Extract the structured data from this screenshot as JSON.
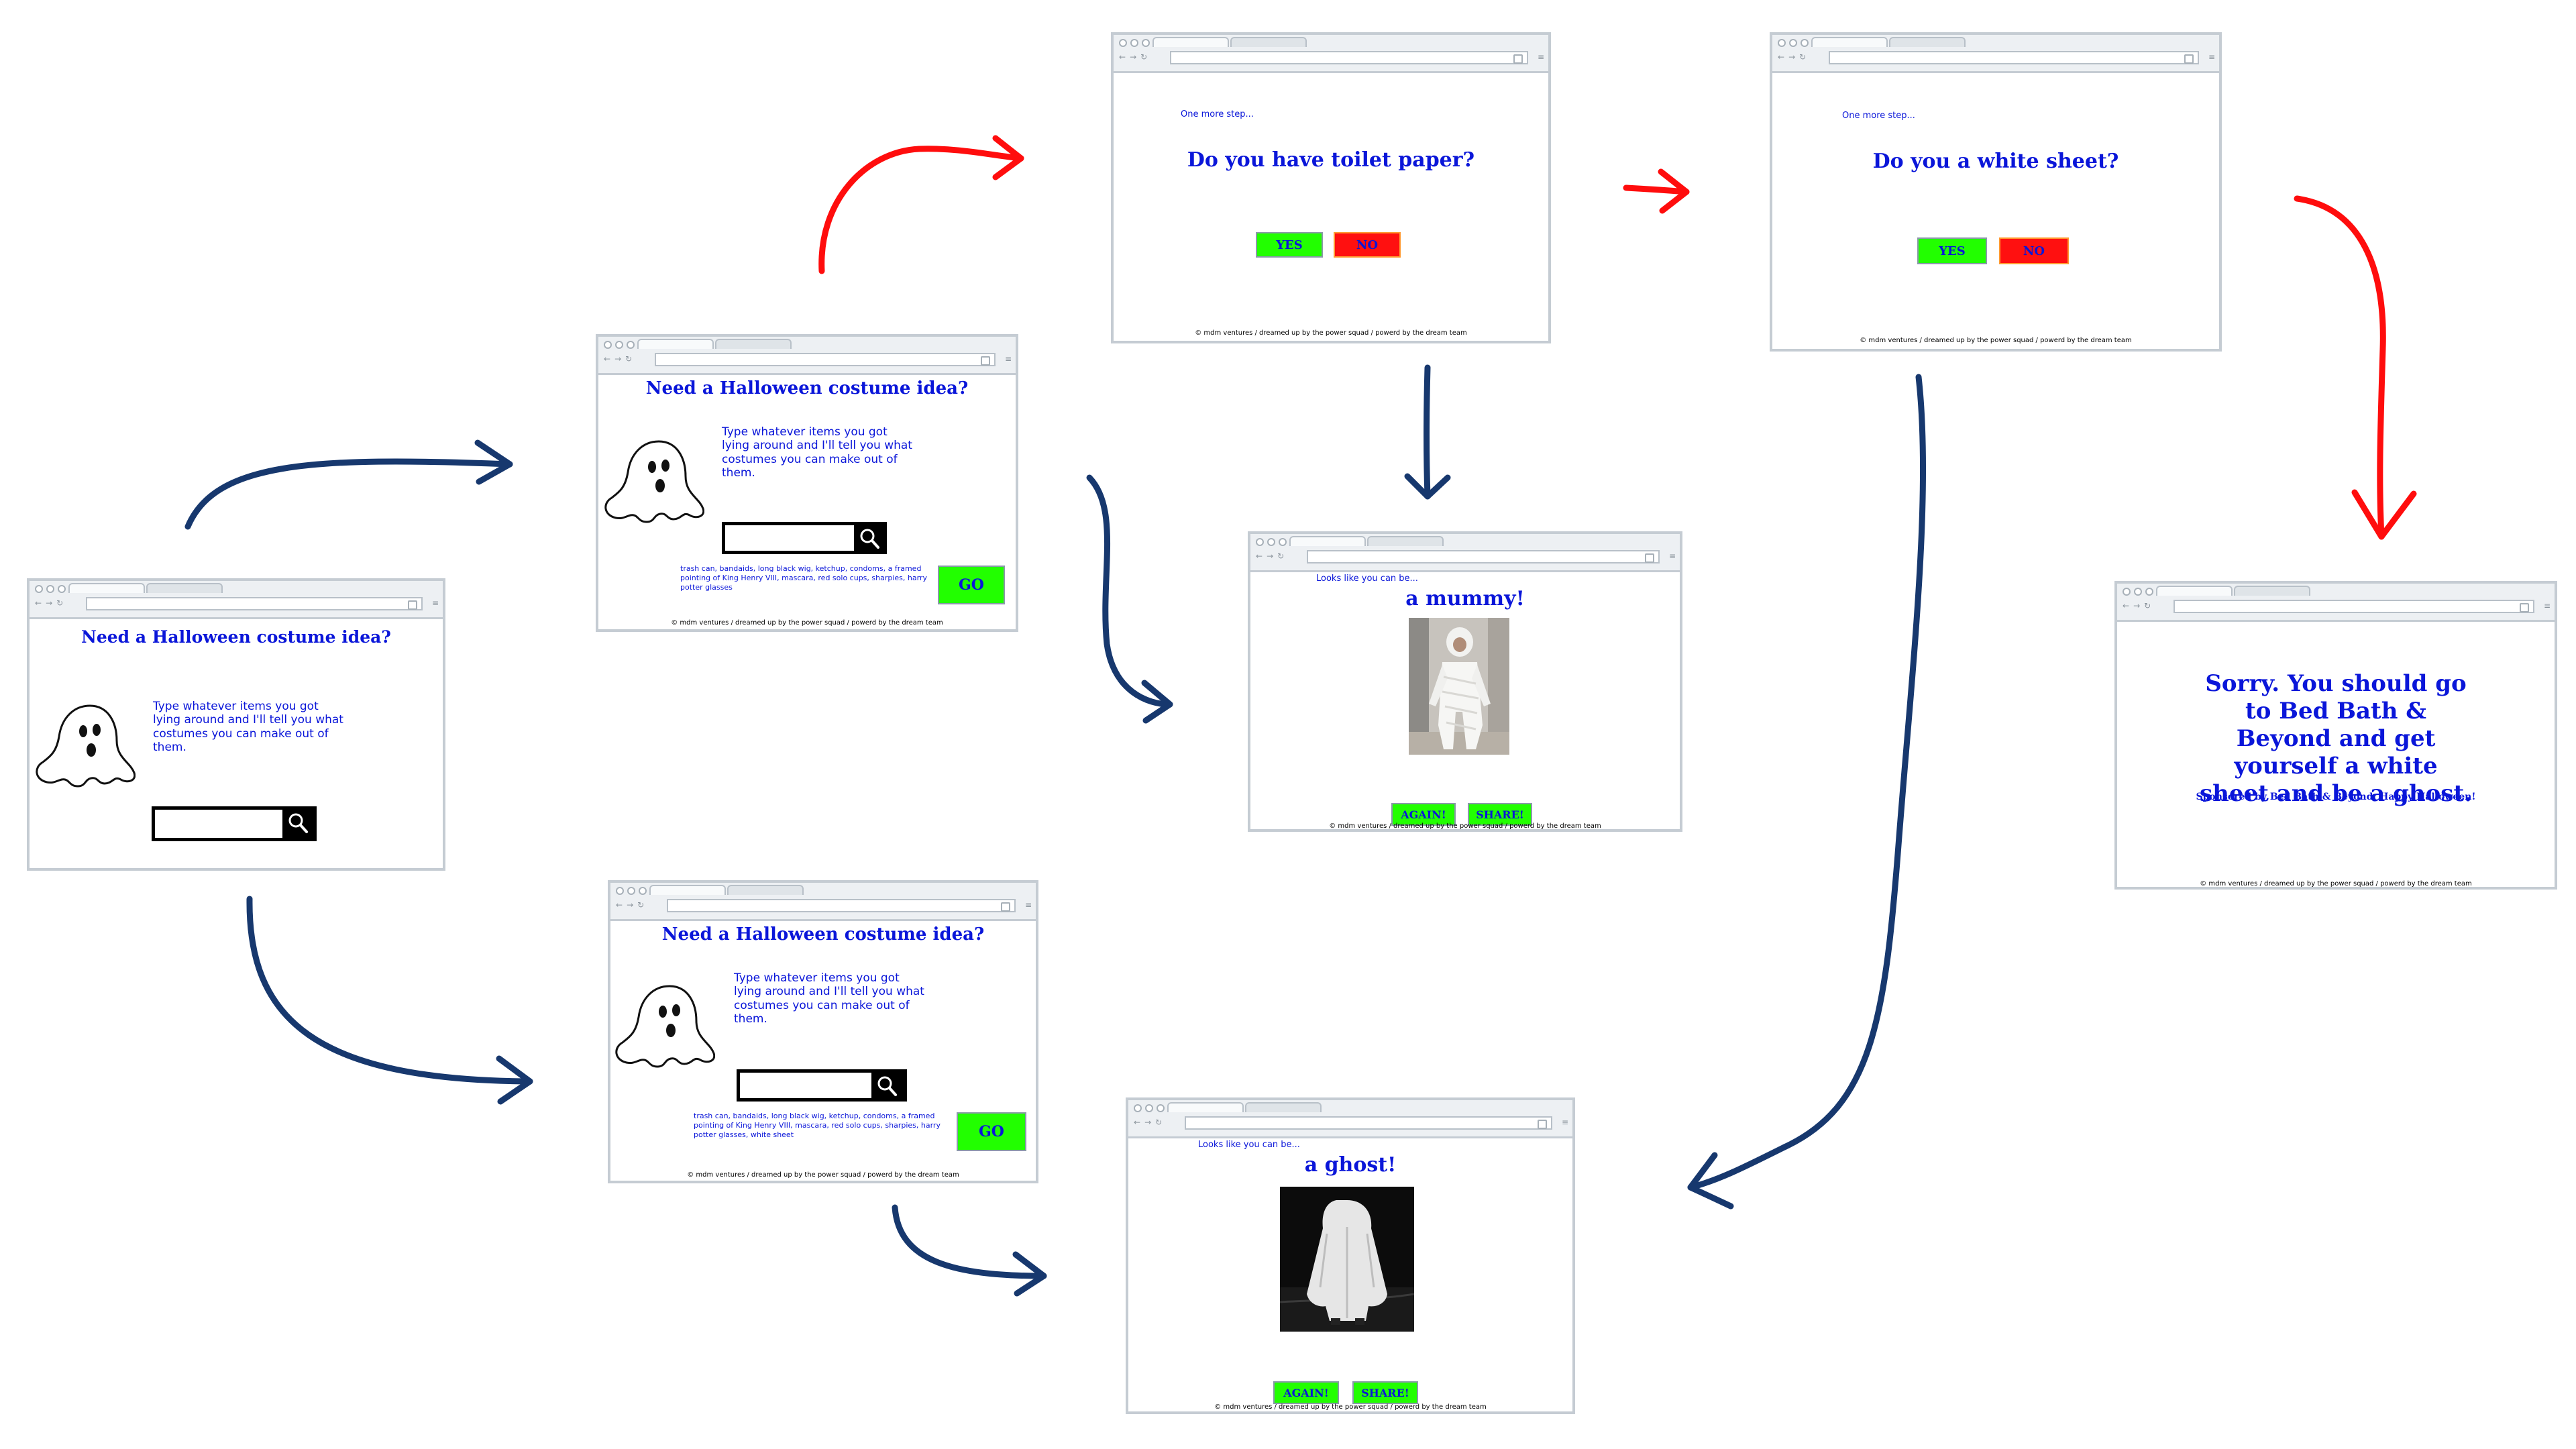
{
  "colors": {
    "link_blue": "#0a16d9",
    "flow_navy": "#17386e",
    "flow_red": "#ff0d0d",
    "button_green": "#22ff00",
    "button_red": "#ff1010",
    "chrome_gray": "#c5ccd3"
  },
  "icons": {
    "ghost": "ghost-icon",
    "search": "magnifier-icon",
    "browser_dots": "window-controls-icon",
    "nav": "browser-nav-icons"
  },
  "shared": {
    "title": "Need a Halloween costume idea?",
    "intro": "Type whatever items you got lying around and I'll tell you what costumes you can make out of them.",
    "footer": "© mdm ventures / dreamed up by the power squad / powerd by the dream team",
    "go_label": "GO",
    "step_label": "One more step...",
    "yes_label": "YES",
    "no_label": "NO",
    "result_prefix": "Looks like you can be...",
    "again_label": "AGAIN!",
    "share_label": "SHARE!"
  },
  "screens": {
    "start": {
      "search_value": ""
    },
    "items_entered": {
      "items": "trash can, bandaids, long black wig, ketchup, condoms, a framed pointing of King Henry VIII, mascara, red solo cups, sharpies, harry potter glasses"
    },
    "items_with_sheet": {
      "items": "trash can, bandaids, long black wig, ketchup, condoms, a framed pointing of King Henry VIII, mascara, red solo cups, sharpies, harry potter glasses, white sheet"
    },
    "toilet_paper": {
      "question": "Do you have toilet paper?"
    },
    "white_sheet": {
      "question": "Do you a white sheet?"
    },
    "mummy": {
      "result": "a mummy!"
    },
    "ghost": {
      "result": "a ghost!"
    },
    "sorry": {
      "message": "Sorry. You should go to Bed Bath & Beyond and get yourself a white sheet and be a ghost.",
      "sponsor": "Sponsored by Bed Bath & Beyond. Happy Halloween!"
    }
  }
}
